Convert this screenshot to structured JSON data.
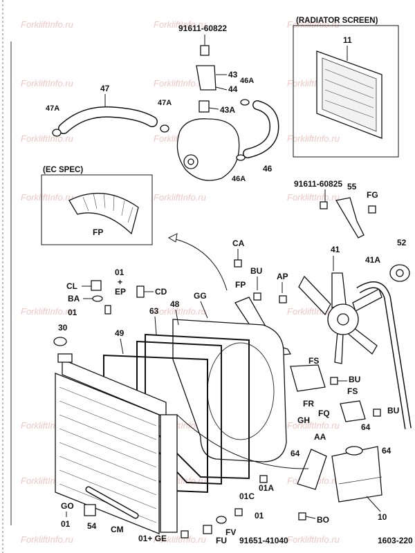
{
  "watermarks": [
    "ForkliftInfo.ru",
    "ForkliftInfo.ru",
    "ForkliftInfo.ru",
    "ForkliftInfo.ru",
    "ForkliftInfo.ru",
    "ForkliftInfo.ru",
    "ForkliftInfo.ru",
    "ForkliftInfo.ru",
    "ForkliftInfo.ru",
    "ForkliftInfo.ru",
    "ForkliftInfo.ru",
    "ForkliftInfo.ru",
    "ForkliftInfo.ru",
    "ForkliftInfo.ru",
    "ForkliftInfo.ru",
    "ForkliftInfo.ru",
    "ForkliftInfo.ru",
    "ForkliftInfo.ru",
    "ForkliftInfo.ru",
    "ForkliftInfo.ru",
    "ForkliftInfo.ru",
    "ForkliftInfo.ru",
    "ForkliftInfo.ru",
    "ForkliftInfo.ru"
  ],
  "insets": {
    "radiator_screen": "(RADIATOR SCREEN)",
    "ec_spec": "(EC SPEC)"
  },
  "figure_number": "1603-220",
  "part_numbers": {
    "top_bolt": "91611-60822",
    "bracket_bolt": "91611-60825",
    "bottom_bolt": "91651-41040"
  },
  "labels": {
    "screen": "11",
    "fp_inset": "FP",
    "n43": "43",
    "n44": "44",
    "n43a": "43A",
    "n46a_top": "46A",
    "n46a_bottom": "46A",
    "n46": "46",
    "n47": "47",
    "n47a_left": "47A",
    "n47a_right": "47A",
    "n55": "55",
    "fg": "FG",
    "ca": "CA",
    "bu_top": "BU",
    "ap": "AP",
    "fp": "FP",
    "n41": "41",
    "n41a": "41A",
    "n52": "52",
    "cl": "CL",
    "ba": "BA",
    "n01_ep": "01",
    "plus_ep": "+",
    "ep": "EP",
    "cd": "CD",
    "n01_left": "01",
    "n30": "30",
    "n49": "49",
    "n63": "63",
    "n48": "48",
    "gg": "GG",
    "fs_top": "FS",
    "bu_mid": "BU",
    "fr": "FR",
    "fs_mid": "FS",
    "fq": "FQ",
    "bu_right": "BU",
    "gh": "GH",
    "n64_right": "64",
    "n64_mid": "64",
    "aa": "AA",
    "n64_tank": "64",
    "n01a": "01A",
    "n01c": "01C",
    "n01_bottom": "01",
    "bo": "BO",
    "n10": "10",
    "go": "GO",
    "n01_go": "01",
    "n54": "54",
    "cm": "CM",
    "ge": "01+ GE",
    "fu": "FU",
    "fv": "FV"
  }
}
